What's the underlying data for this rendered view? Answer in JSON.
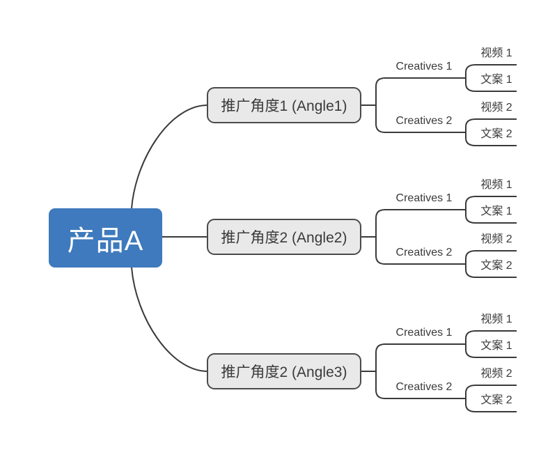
{
  "diagram": {
    "root": {
      "label": "产品A"
    },
    "branches": [
      {
        "label": "推广角度1 (Angle1)",
        "children": [
          {
            "label": "Creatives 1",
            "children": [
              {
                "label": "视频 1"
              },
              {
                "label": "文案 1"
              }
            ]
          },
          {
            "label": "Creatives 2",
            "children": [
              {
                "label": "视频 2"
              },
              {
                "label": "文案 2"
              }
            ]
          }
        ]
      },
      {
        "label": "推广角度2 (Angle2)",
        "children": [
          {
            "label": "Creatives 1",
            "children": [
              {
                "label": "视频 1"
              },
              {
                "label": "文案 1"
              }
            ]
          },
          {
            "label": "Creatives 2",
            "children": [
              {
                "label": "视频 2"
              },
              {
                "label": "文案 2"
              }
            ]
          }
        ]
      },
      {
        "label": "推广角度2 (Angle3)",
        "children": [
          {
            "label": "Creatives 1",
            "children": [
              {
                "label": "视频 1"
              },
              {
                "label": "文案 1"
              }
            ]
          },
          {
            "label": "Creatives 2",
            "children": [
              {
                "label": "视频 2"
              },
              {
                "label": "文案 2"
              }
            ]
          }
        ]
      }
    ],
    "colors": {
      "root_fill": "#3e7abd",
      "root_text": "#ffffff",
      "branch_fill": "#e9e9e9",
      "branch_border": "#4a4a4a",
      "connector": "#3a3a3a",
      "text": "#3a3a3a",
      "background": "#ffffff"
    }
  }
}
